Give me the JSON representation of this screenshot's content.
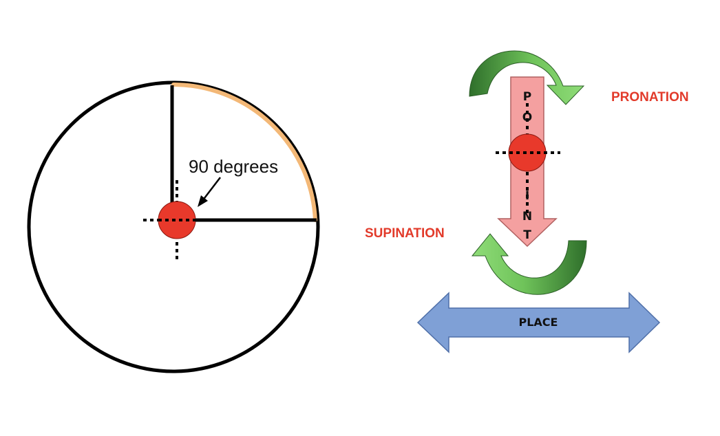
{
  "angle_diagram": {
    "angle_label": "90 degrees"
  },
  "rotation_diagram": {
    "pronation_label": "PRONATION",
    "supination_label": "SUPINATION",
    "point_letters": [
      "P",
      "O",
      "I",
      "N",
      "T"
    ],
    "place_label": "PLACE"
  },
  "colors": {
    "outline": "#000000",
    "arc_highlight": "#f3b877",
    "center_dot": "#e8392b",
    "label_red": "#e23a2a",
    "point_arrow": "#f4a0a0",
    "place_arrow": "#7fa0d6",
    "rotation_arrow_dark": "#2e6f2a",
    "rotation_arrow_light": "#7fd06a"
  }
}
